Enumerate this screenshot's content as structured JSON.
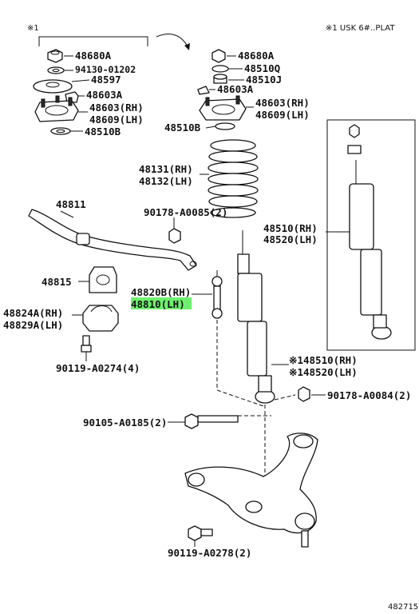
{
  "header": {
    "mark_left": "※1",
    "note": "※1 USK 6#..PLAT"
  },
  "footer": {
    "figure_id": "482715"
  },
  "highlight_color": "#6ef06e",
  "labels": {
    "p48680a_l": "48680A",
    "p94130": "94130-01202",
    "p48597": "48597",
    "p48603a_l": "48603A",
    "p48603_l": "48603(RH)",
    "p48609_l": "48609(LH)",
    "p48510b_l": "48510B",
    "p48680a_r": "48680A",
    "p48510q": "48510Q",
    "p48510j": "48510J",
    "p48603a_r": "48603A",
    "p48603_r": "48603(RH)",
    "p48609_r": "48609(LH)",
    "p48510b_r": "48510B",
    "p48131": "48131(RH)",
    "p48132": "48132(LH)",
    "p48811": "48811",
    "p90178_85": "90178-A0085(2)",
    "p48510_rh": "48510(RH)",
    "p48520_lh": "48520(LH)",
    "p48815": "48815",
    "p48820b": "48820B(RH)",
    "p48810": "48810(LH)",
    "p48824a": "48824A(RH)",
    "p48829a": "48829A(LH)",
    "p90119_74": "90119-A0274(4)",
    "p48510_rh2": "※148510(RH)",
    "p48520_lh2": "※148520(LH)",
    "p90178_84": "90178-A0084(2)",
    "p90105": "90105-A0185(2)",
    "p90119_78": "90119-A0278(2)"
  }
}
